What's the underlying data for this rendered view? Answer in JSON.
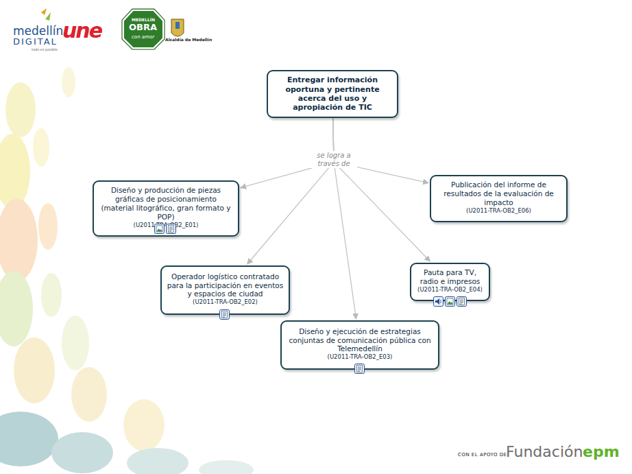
{
  "diagram": {
    "nodes": [
      {
        "text": [
          "Entregar información oportuna y pertinente acerca del uso y apropiación de TIC"
        ]
      },
      {
        "text": [
          "Diseño y producción de piezas gráficas de posicionamiento (material litográfico, gran formato y POP)",
          "(U2011-TRA-OB2_E01)"
        ]
      },
      {
        "text": [
          "Operador logístico contratado para la participación en eventos y espacios de ciudad",
          "(U2011-TRA-OB2_E02)"
        ]
      },
      {
        "text": [
          "Diseño y ejecución de estrategias conjuntas de comunicación pública con Telemedellín",
          "(U2011-TRA-OB2_E03)"
        ]
      },
      {
        "text": [
          "Pauta para TV, radio e impresos",
          "(U2011-TRA-OB2_E04)"
        ]
      },
      {
        "text": [
          "Publicación del informe de resultados de la evaluación de impacto",
          "(U2011-TRA-OB2_E06)"
        ]
      }
    ],
    "edges": [
      {
        "from": 0,
        "to": 1,
        "arrow": "to"
      },
      {
        "from": 0,
        "to": 2,
        "arrow": "to"
      },
      {
        "from": 0,
        "to": 3,
        "arrow": "to"
      },
      {
        "from": 0,
        "to": 4,
        "arrow": "to"
      },
      {
        "from": 0,
        "to": 5,
        "arrow": "to"
      }
    ],
    "labels": [
      "medellín",
      "DIGITAL",
      "todo es posible",
      "une",
      "MEDELLÍN",
      "OBRA",
      "con amor",
      "Alcaldía de Medellín",
      "se logra a través de",
      "CON EL APOYO DE:",
      "Fundación",
      "epm"
    ]
  }
}
